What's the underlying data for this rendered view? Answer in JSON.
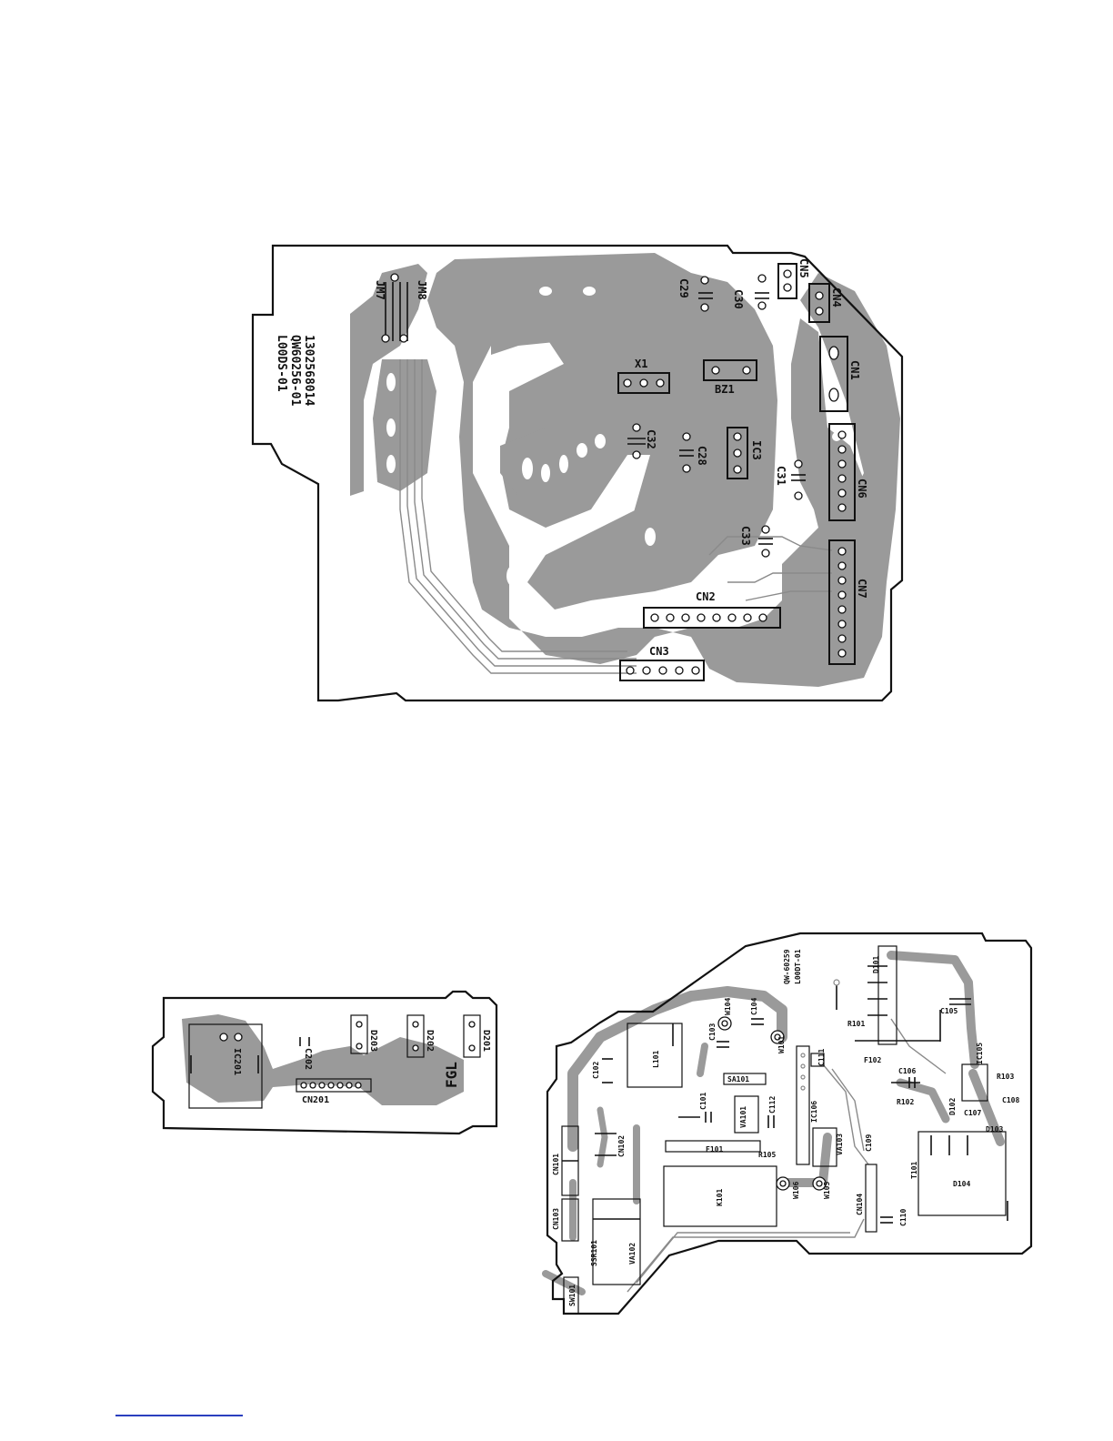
{
  "boards": {
    "main": {
      "id_text": [
        "1302568014",
        "QW60256-01",
        "L00DS-01"
      ],
      "components": [
        "JM7",
        "JM8",
        "C29",
        "C30",
        "CN5",
        "CN4",
        "CN1",
        "X1",
        "BZ1",
        "C32",
        "C28",
        "IC3",
        "C31",
        "CN6",
        "C33",
        "CN7",
        "CN2",
        "CN3"
      ]
    },
    "display": {
      "components": [
        "IC201",
        "C202",
        "D203",
        "D202",
        "D201",
        "CN201",
        "FGL"
      ]
    },
    "power": {
      "id_text": [
        "QW-60259",
        "L00DT-01"
      ],
      "components": [
        "D101",
        "C105",
        "R101",
        "F102",
        "W104",
        "C104",
        "C103",
        "W101",
        "L101",
        "C102",
        "SA101",
        "C111",
        "C101",
        "IC106",
        "VA101",
        "C112",
        "C106",
        "R102",
        "IC105",
        "R103",
        "C108",
        "D102",
        "C107",
        "D103",
        "CN101",
        "CN102",
        "F101",
        "R105",
        "VA103",
        "T101",
        "D104",
        "K101",
        "W106",
        "W105",
        "C109",
        "CN104",
        "C110",
        "CN103",
        "SSR101",
        "VA102",
        "SW101"
      ]
    }
  },
  "colors": {
    "copper": "#9a9a9a",
    "ink": "#111111",
    "link": "#2a3fbf"
  }
}
